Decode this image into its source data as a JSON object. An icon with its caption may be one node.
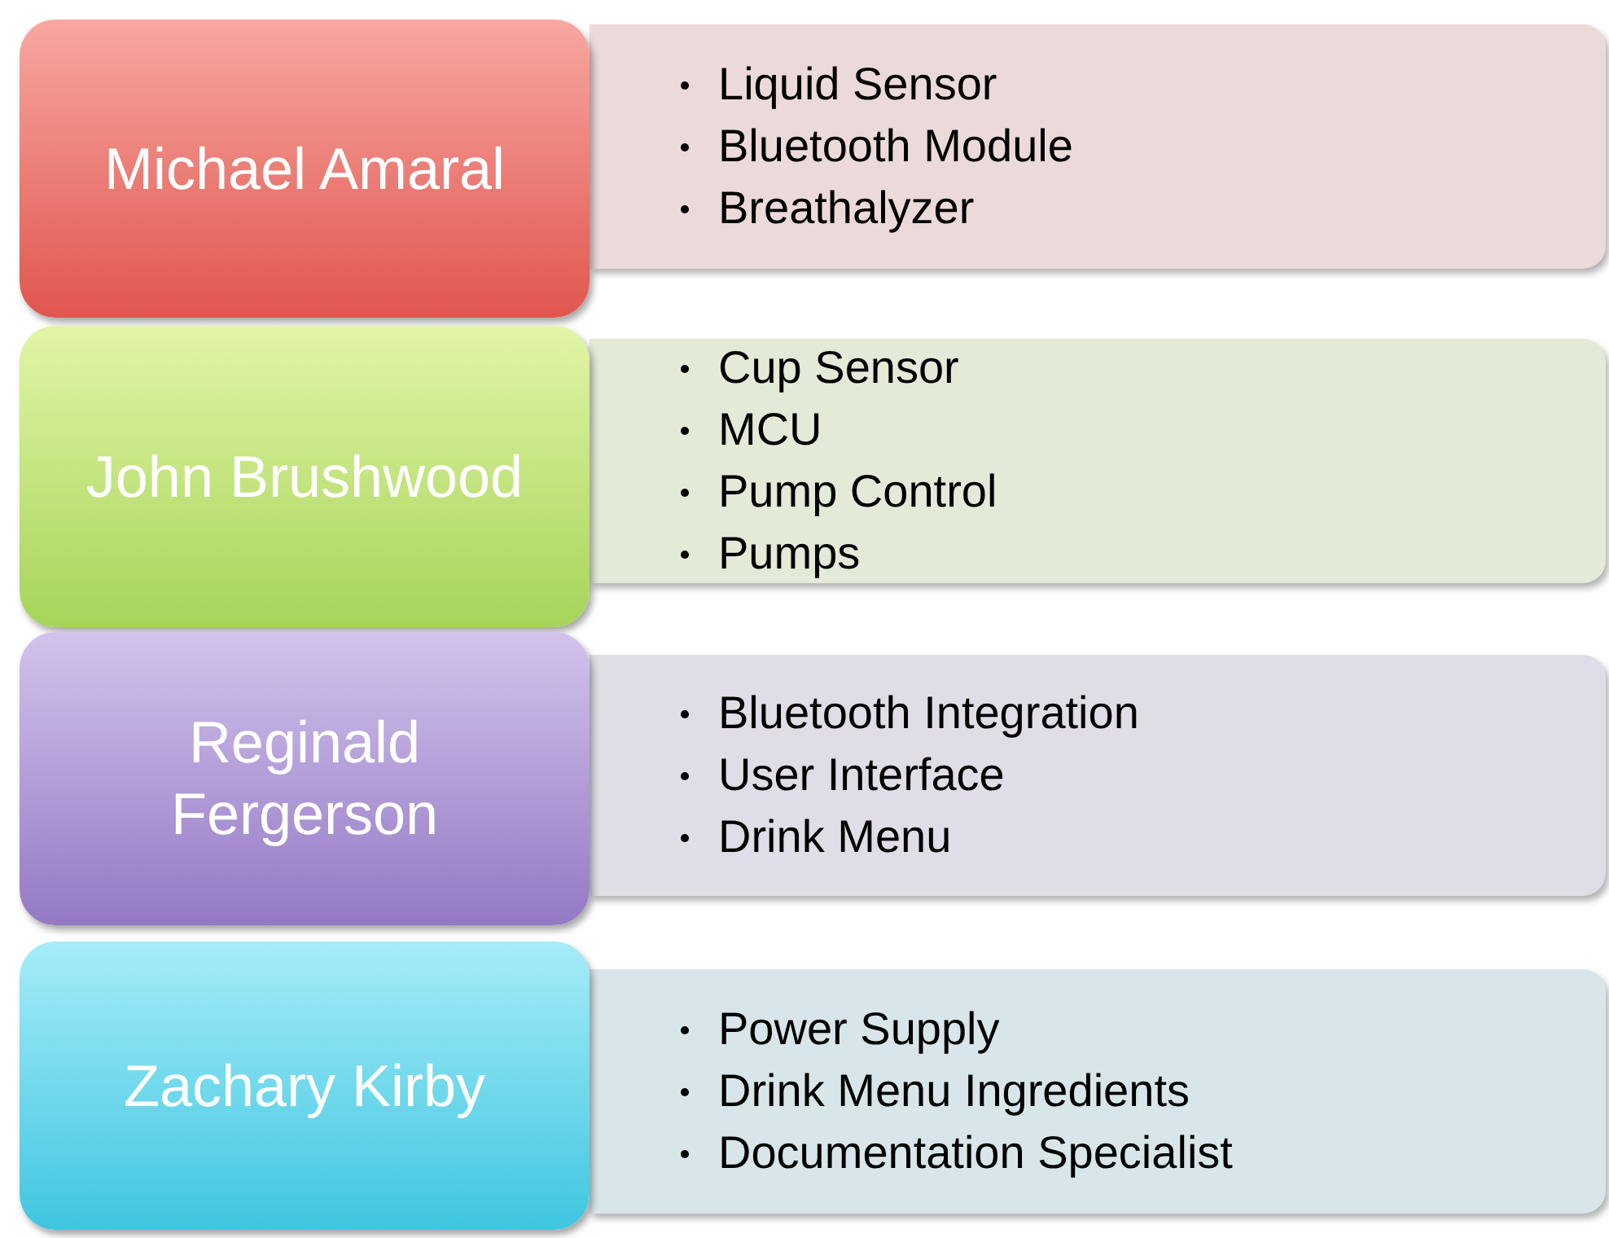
{
  "diagram": {
    "nodes": [
      {
        "text": [
          "Michael Amaral"
        ]
      },
      {
        "text": [
          "Liquid Sensor",
          "Bluetooth Module",
          "Breathalyzer"
        ]
      },
      {
        "text": [
          "John Brushwood"
        ]
      },
      {
        "text": [
          "Cup Sensor",
          "MCU",
          "Pump Control",
          "Pumps"
        ]
      },
      {
        "text": [
          "Reginald Fergerson"
        ]
      },
      {
        "text": [
          "Bluetooth Integration",
          "User Interface",
          "Drink Menu"
        ]
      },
      {
        "text": [
          "Zachary Kirby"
        ]
      },
      {
        "text": [
          "Power Supply",
          "Drink Menu Ingredients",
          "Documentation Specialist"
        ]
      }
    ],
    "edges": []
  }
}
